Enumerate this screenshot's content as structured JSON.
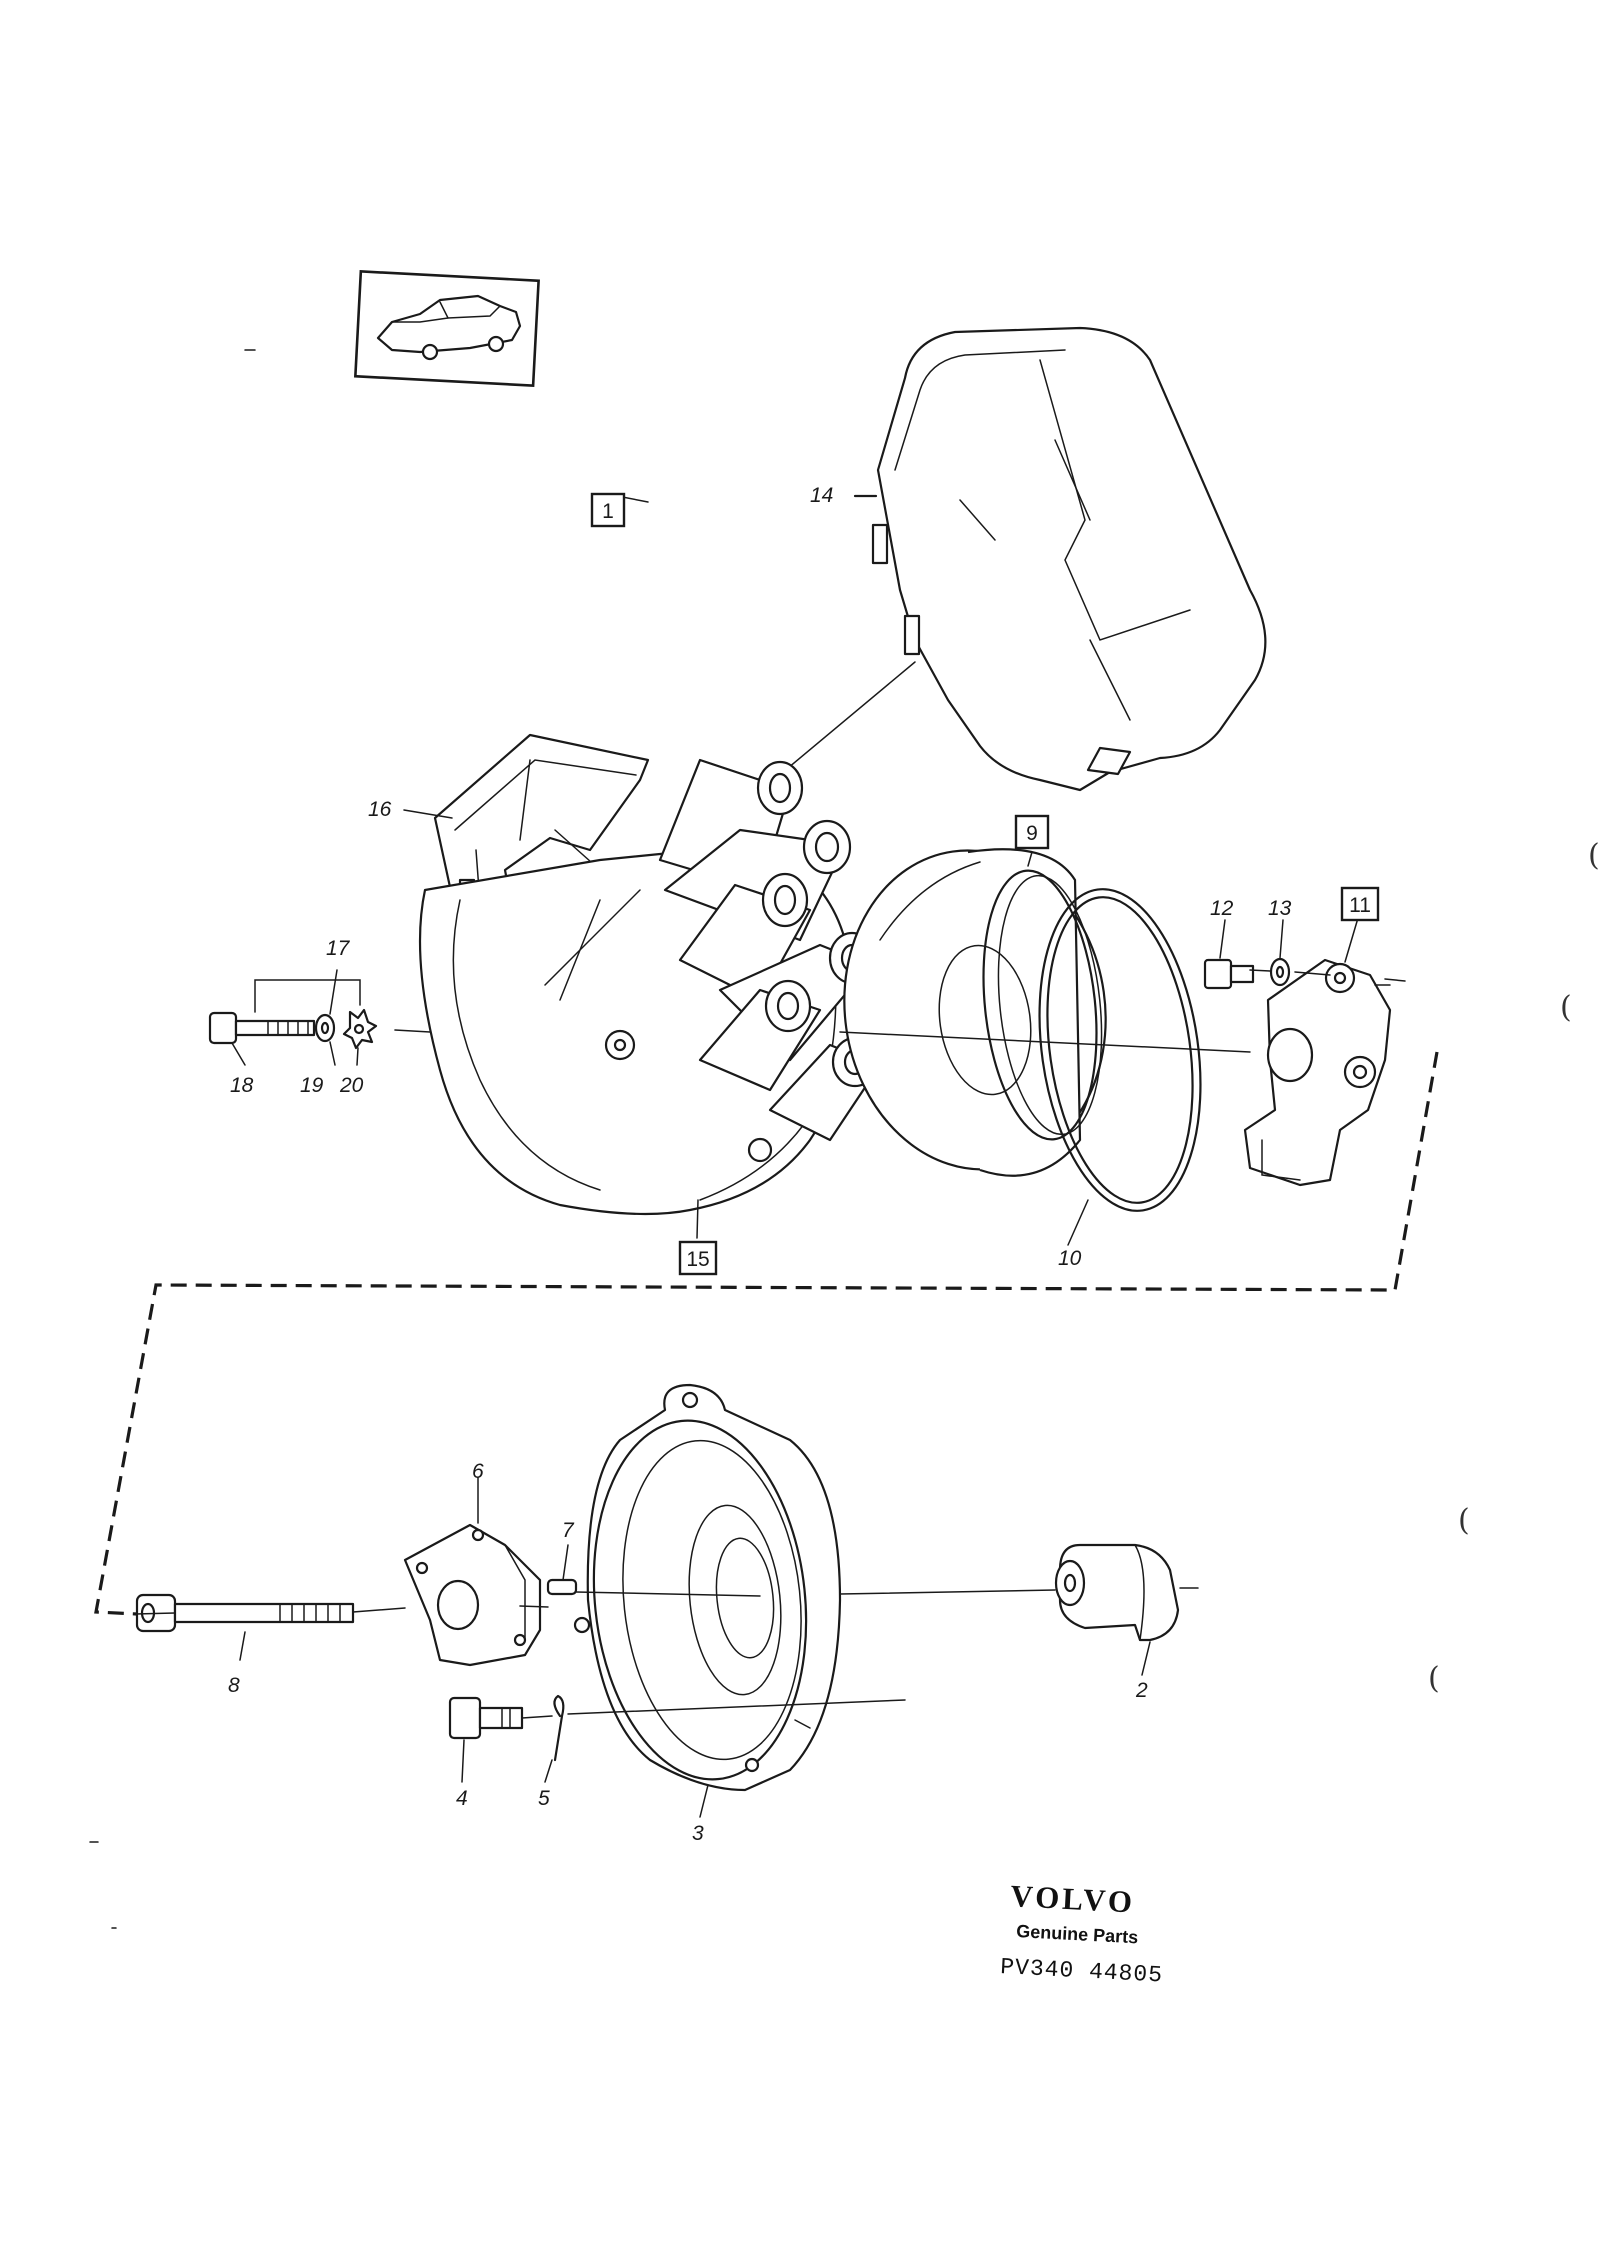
{
  "group_labels": [
    "1",
    "9",
    "11",
    "15"
  ],
  "callouts": {
    "c2": "2",
    "c3": "3",
    "c4": "4",
    "c5": "5",
    "c6": "6",
    "c7": "7",
    "c8": "8",
    "c10": "10",
    "c12": "12",
    "c13": "13",
    "c14": "14",
    "c16": "16",
    "c17": "17",
    "c18": "18",
    "c19": "19",
    "c20": "20"
  },
  "branding": {
    "brand": "VOLVO",
    "tagline": "Genuine Parts",
    "diagram_code": "PV340 44805"
  },
  "margin_marks": [
    "(",
    "(",
    "(",
    "("
  ],
  "icons": {
    "vehicle": "sedan-car-icon"
  }
}
